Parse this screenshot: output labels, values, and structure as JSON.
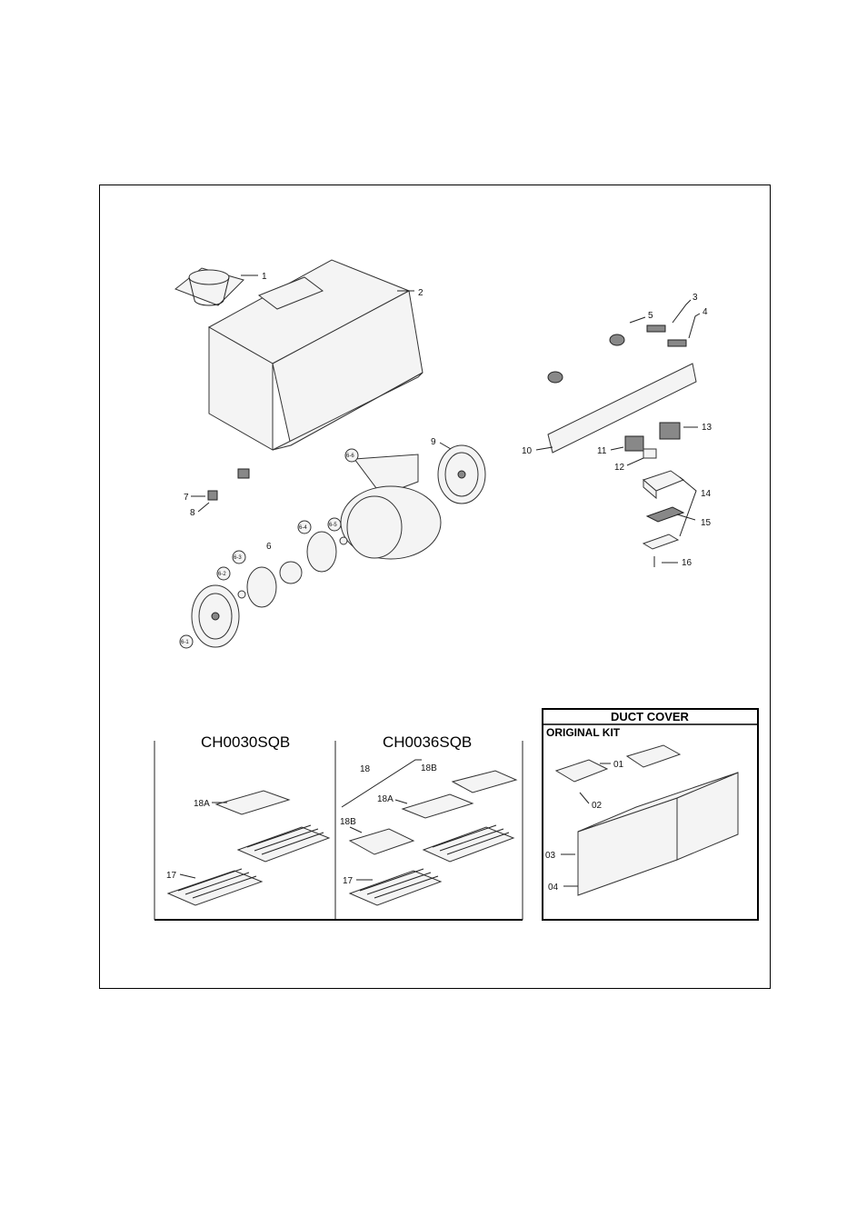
{
  "labels": {
    "p1": "1",
    "p2": "2",
    "p3": "3",
    "p4": "4",
    "p5": "5",
    "p6": "6",
    "p7": "7",
    "p8": "8",
    "p9": "9",
    "p10": "10",
    "p11": "11",
    "p12": "12",
    "p13": "13",
    "p14": "14",
    "p15": "15",
    "p16": "16",
    "c6_1": "6-1",
    "c6_2": "6-2",
    "c6_3": "6-3",
    "c6_4": "6-4",
    "c6_5": "6-5",
    "c6_6": "6-6"
  },
  "filters": {
    "model_a": "CH0030SQB",
    "model_b": "CH0036SQB",
    "l18": "18",
    "l18a": "18A",
    "l18b": "18B",
    "l17": "17"
  },
  "duct_cover": {
    "title": "DUCT COVER",
    "kit": "ORIGINAL KIT",
    "l01": "01",
    "l02": "02",
    "l03": "03",
    "l04": "04"
  }
}
